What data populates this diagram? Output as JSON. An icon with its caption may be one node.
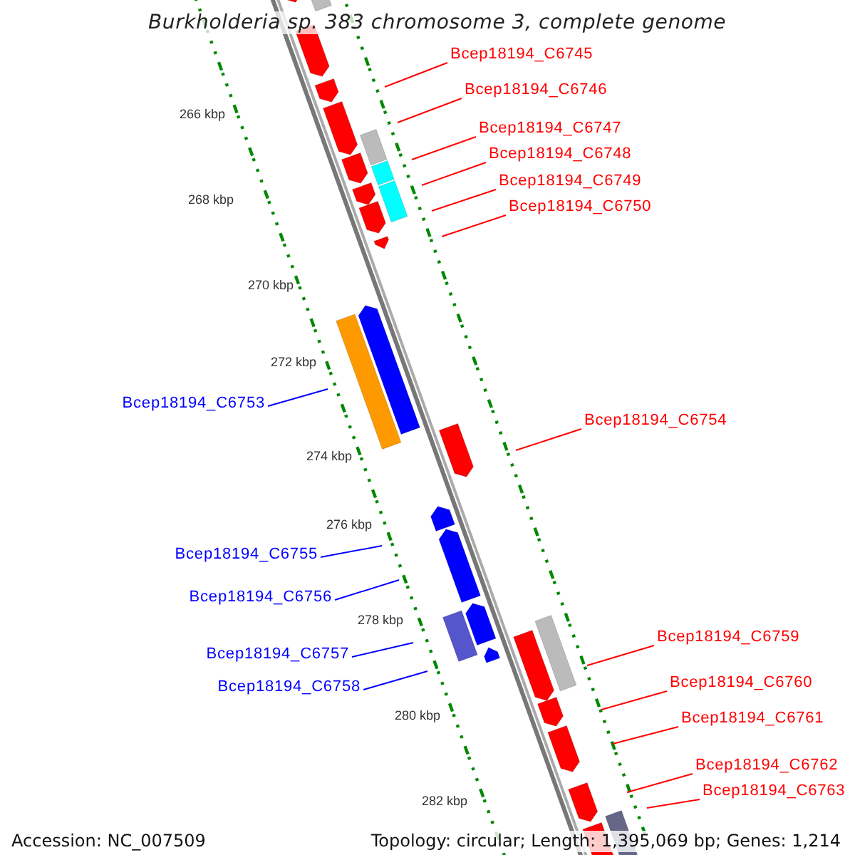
{
  "diagram": {
    "title": "Burkholderia sp. 383 chromosome 3, complete genome",
    "nodes": [
      {
        "text": [
          "Bcep18194_C6745"
        ]
      },
      {
        "text": [
          "Bcep18194_C6746"
        ]
      },
      {
        "text": [
          "Bcep18194_C6747"
        ]
      },
      {
        "text": [
          "Bcep18194_C6748"
        ]
      },
      {
        "text": [
          "Bcep18194_C6749"
        ]
      },
      {
        "text": [
          "Bcep18194_C6750"
        ]
      },
      {
        "text": [
          "Bcep18194_C6753"
        ]
      },
      {
        "text": [
          "Bcep18194_C6754"
        ]
      },
      {
        "text": [
          "Bcep18194_C6755"
        ]
      },
      {
        "text": [
          "Bcep18194_C6756"
        ]
      },
      {
        "text": [
          "Bcep18194_C6757"
        ]
      },
      {
        "text": [
          "Bcep18194_C6758"
        ]
      },
      {
        "text": [
          "Bcep18194_C6759"
        ]
      },
      {
        "text": [
          "Bcep18194_C6760"
        ]
      },
      {
        "text": [
          "Bcep18194_C6761"
        ]
      },
      {
        "text": [
          "Bcep18194_C6762"
        ]
      },
      {
        "text": [
          "Bcep18194_C6763"
        ]
      }
    ],
    "edges": [
      {
        "from": 0,
        "to": null,
        "arrow": "none"
      },
      {
        "from": 1,
        "to": null,
        "arrow": "none"
      },
      {
        "from": 2,
        "to": null,
        "arrow": "none"
      },
      {
        "from": 3,
        "to": null,
        "arrow": "none"
      },
      {
        "from": 4,
        "to": null,
        "arrow": "none"
      },
      {
        "from": 5,
        "to": null,
        "arrow": "none"
      },
      {
        "from": 6,
        "to": null,
        "arrow": "none",
        "color": "#0000ff"
      },
      {
        "from": 7,
        "to": null,
        "arrow": "none"
      },
      {
        "from": 8,
        "to": null,
        "arrow": "none",
        "color": "#0000ff"
      },
      {
        "from": 9,
        "to": null,
        "arrow": "none",
        "color": "#0000ff"
      },
      {
        "from": 10,
        "to": null,
        "arrow": "none",
        "color": "#0000ff"
      },
      {
        "from": 11,
        "to": null,
        "arrow": "none",
        "color": "#0000ff"
      },
      {
        "from": 12,
        "to": null,
        "arrow": "none"
      },
      {
        "from": 13,
        "to": null,
        "arrow": "none"
      },
      {
        "from": 14,
        "to": null,
        "arrow": "none"
      },
      {
        "from": 15,
        "to": null,
        "arrow": "none"
      },
      {
        "from": 16,
        "to": null,
        "arrow": "none"
      }
    ],
    "labels": [
      "266 kbp",
      "268 kbp",
      "270 kbp",
      "272 kbp",
      "274 kbp",
      "276 kbp",
      "278 kbp",
      "280 kbp",
      "282 kbp",
      "Accession: NC_007509",
      "Topology: circular; Length: 1,395,069 bp; Genes: 1,214"
    ]
  }
}
